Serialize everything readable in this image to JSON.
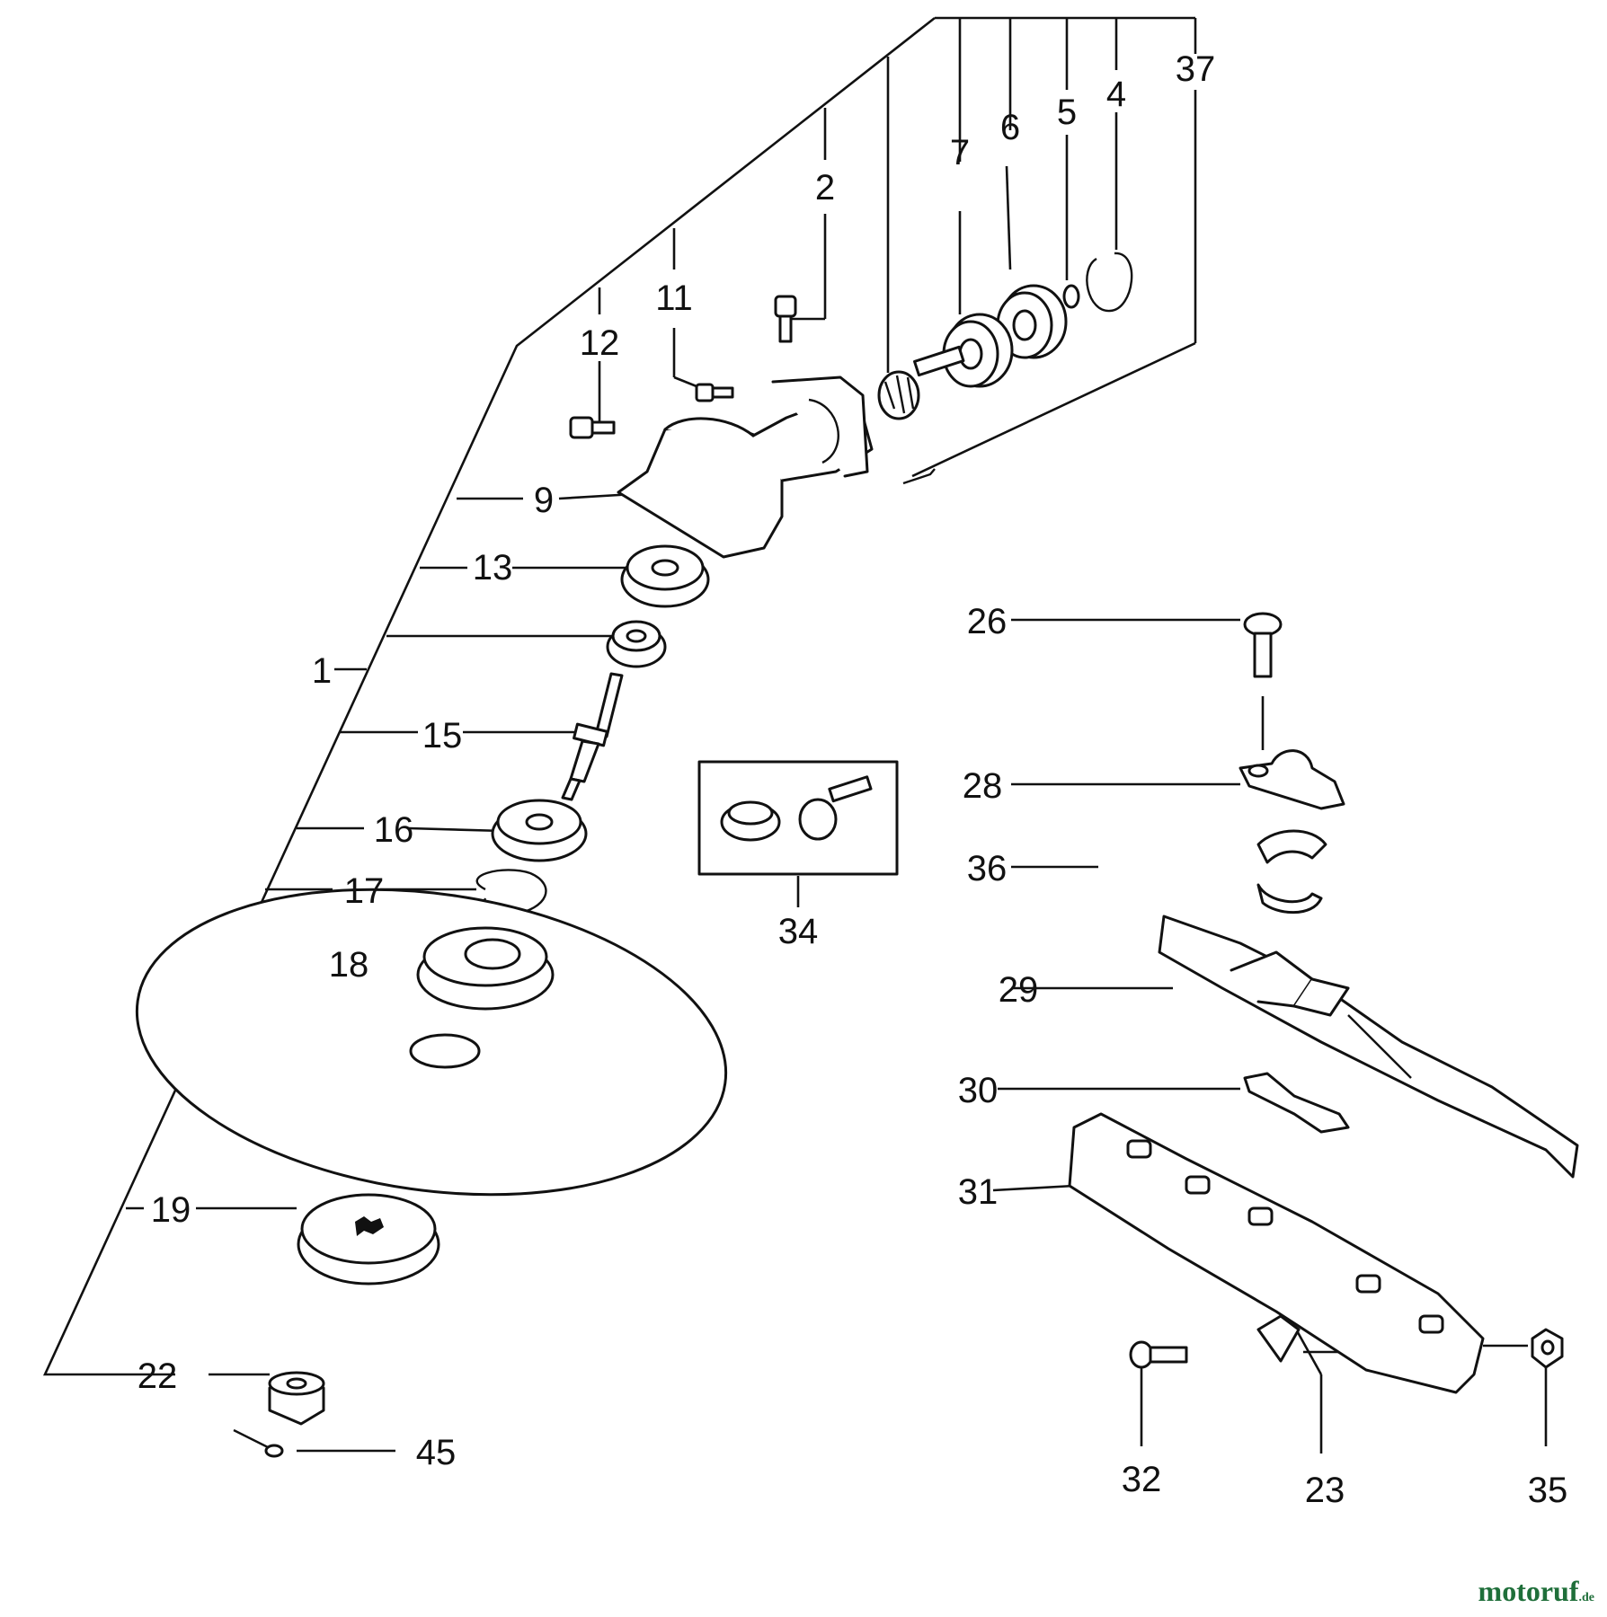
{
  "diagram": {
    "callouts": [
      "1",
      "2",
      "4",
      "5",
      "6",
      "7",
      "9",
      "11",
      "12",
      "13",
      "15",
      "16",
      "17",
      "18",
      "19",
      "22",
      "23",
      "26",
      "28",
      "29",
      "30",
      "31",
      "32",
      "34",
      "35",
      "36",
      "37",
      "45"
    ]
  },
  "watermark": {
    "name": "motoruf",
    "tld": ".de"
  }
}
